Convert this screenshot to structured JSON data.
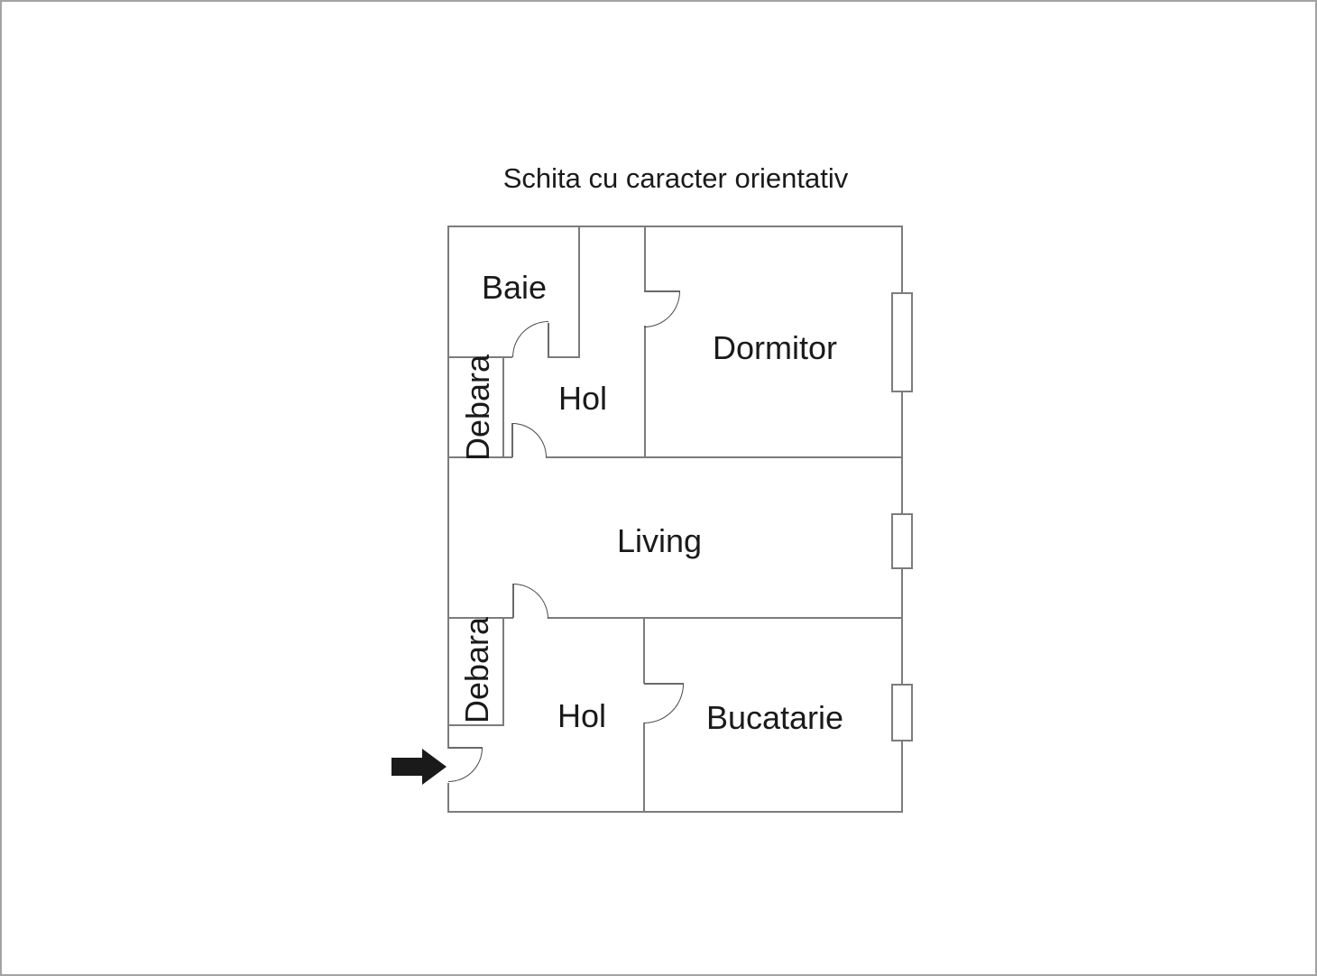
{
  "title": "Schita cu caracter orientativ",
  "rooms": {
    "baie": "Baie",
    "dormitor": "Dormitor",
    "hol_upper": "Hol",
    "debara_upper": "Debara",
    "living": "Living",
    "debara_lower": "Debara",
    "hol_lower": "Hol",
    "bucatarie": "Bucatarie"
  },
  "icons": {
    "entrance_arrow": "arrow-right"
  },
  "colors": {
    "wall": "#7c7c7c",
    "door": "#4a4a4a",
    "text": "#1a1a1a",
    "arrow": "#1a1a1a",
    "canvas_border": "#a3a3a3",
    "background": "#ffffff"
  }
}
